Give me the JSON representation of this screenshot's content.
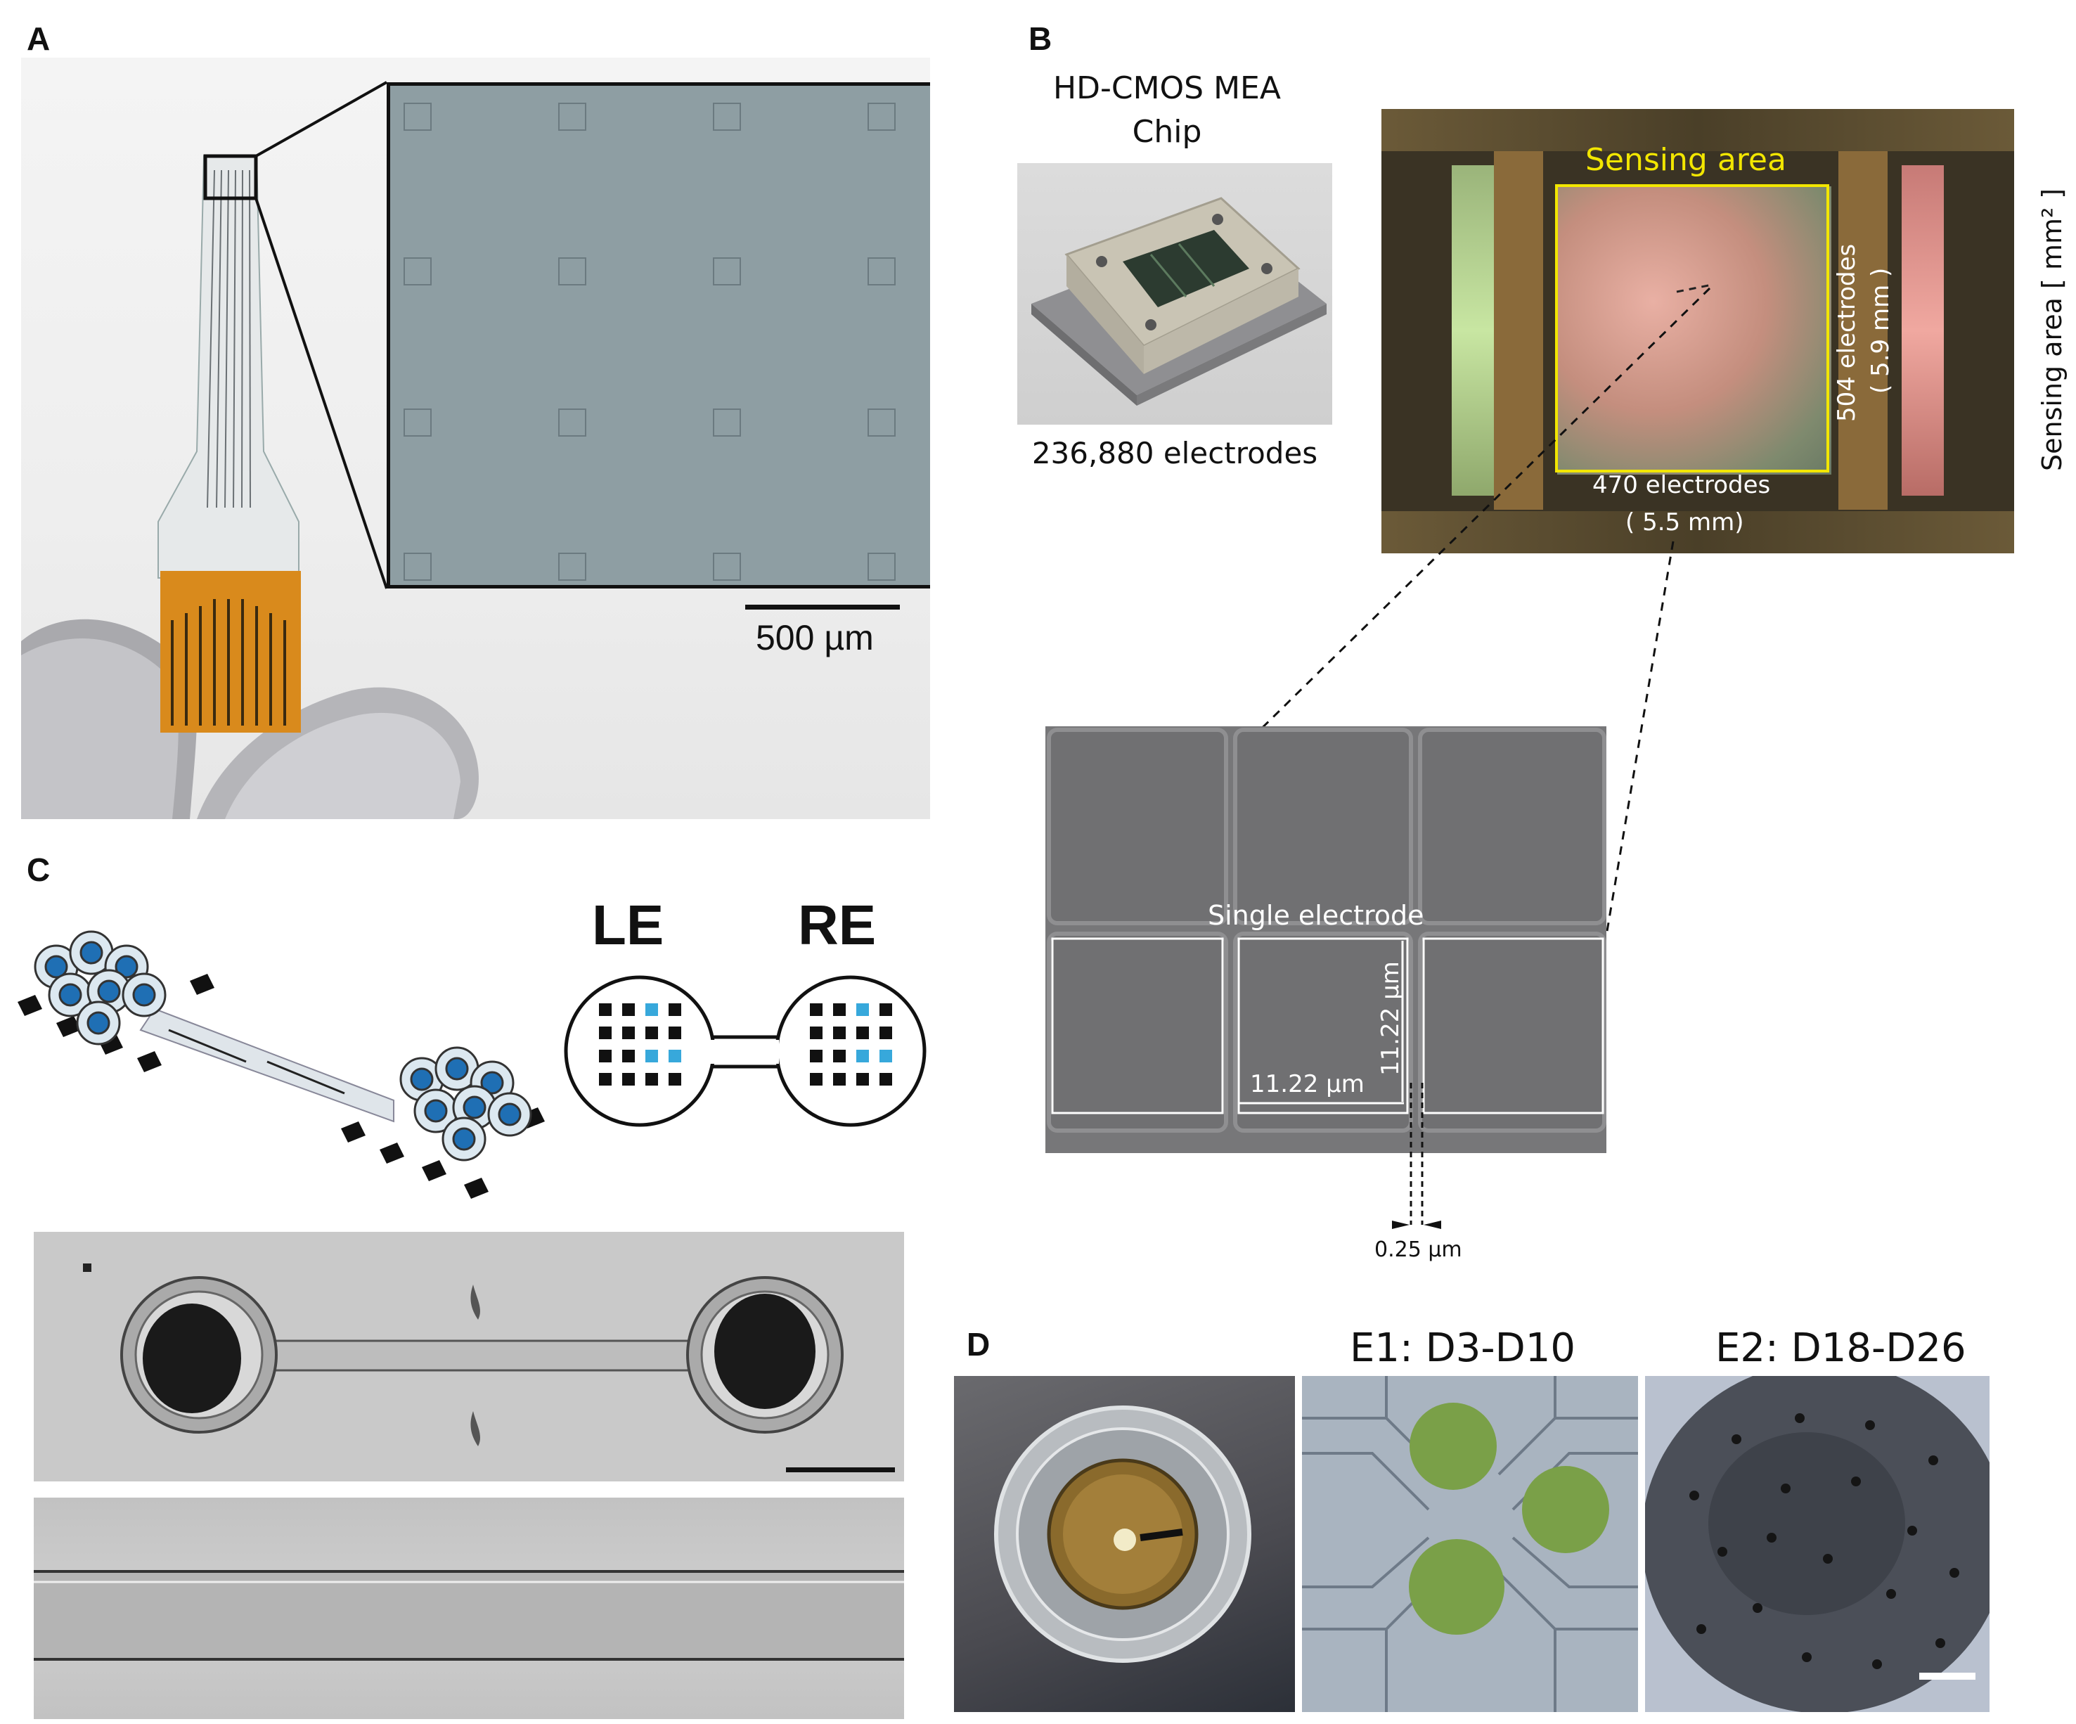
{
  "panels": {
    "A": {
      "letter": "A",
      "scalebar_label": "500 µm"
    },
    "B": {
      "letter": "B",
      "chip_title_line1": "HD-CMOS MEA",
      "chip_title_line2": "Chip",
      "chip_caption": "236,880 electrodes",
      "sensing_area_label": "Sensing area",
      "sensing_area_axis": "Sensing area [ mm² ]",
      "width_electrodes": "470 electrodes",
      "width_mm": "( 5.5 mm)",
      "height_electrodes": "504 electrodes",
      "height_mm": "( 5.9 mm )",
      "single_electrode_label": "Single electrode",
      "electrode_width": "11.22 µm",
      "electrode_height": "11.22 µm",
      "gap_label": "0.25 µm"
    },
    "C": {
      "letter": "C",
      "left_label": "LE",
      "right_label": "RE"
    },
    "D": {
      "letter": "D",
      "e1_title": "E1: D3-D10",
      "e2_title": "E2: D18-D26"
    }
  },
  "colors": {
    "cell_blue": "#1f6fb4",
    "electrode_highlight": "#37a8db",
    "sensing_yellow": "#f2e600",
    "polyimide_orange": "#d98a1c"
  }
}
